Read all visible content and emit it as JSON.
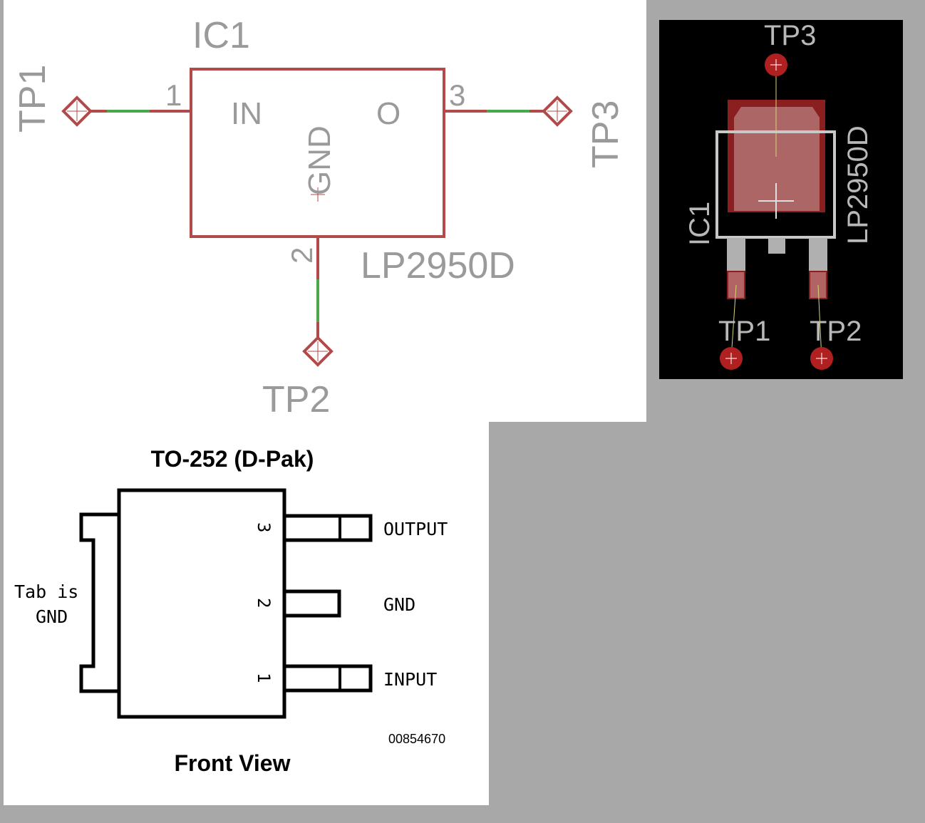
{
  "colors": {
    "background": "#a8a8a8",
    "schematic_line": "#b24a4a",
    "net_wire": "#4aa84a",
    "label_gray": "#9a9a9a",
    "pcb_board": "#000000",
    "pcb_copper": "#8b1f1f",
    "pcb_silk": "#c8c8c8",
    "pcb_airwire": "#d6d67a",
    "datasheet_ink": "#000000"
  },
  "schematic": {
    "part_name": "IC1",
    "part_value": "LP2950D",
    "pins": {
      "in_label": "IN",
      "out_label": "O",
      "gnd_label": "GND",
      "pin1": "1",
      "pin2": "2",
      "pin3": "3"
    },
    "testpoints": {
      "tp1": "TP1",
      "tp2": "TP2",
      "tp3": "TP3"
    }
  },
  "pcb": {
    "part_name": "IC1",
    "part_value": "LP2950D",
    "testpoints": {
      "tp1": "TP1",
      "tp2": "TP2",
      "tp3": "TP3"
    }
  },
  "datasheet": {
    "title": "TO-252 (D-Pak)",
    "caption": "Front View",
    "figure_id": "00854670",
    "tab_note_line1": "Tab is",
    "tab_note_line2": "GND",
    "pins": [
      {
        "number": "3",
        "name": "OUTPUT"
      },
      {
        "number": "2",
        "name": "GND"
      },
      {
        "number": "1",
        "name": "INPUT"
      }
    ]
  }
}
